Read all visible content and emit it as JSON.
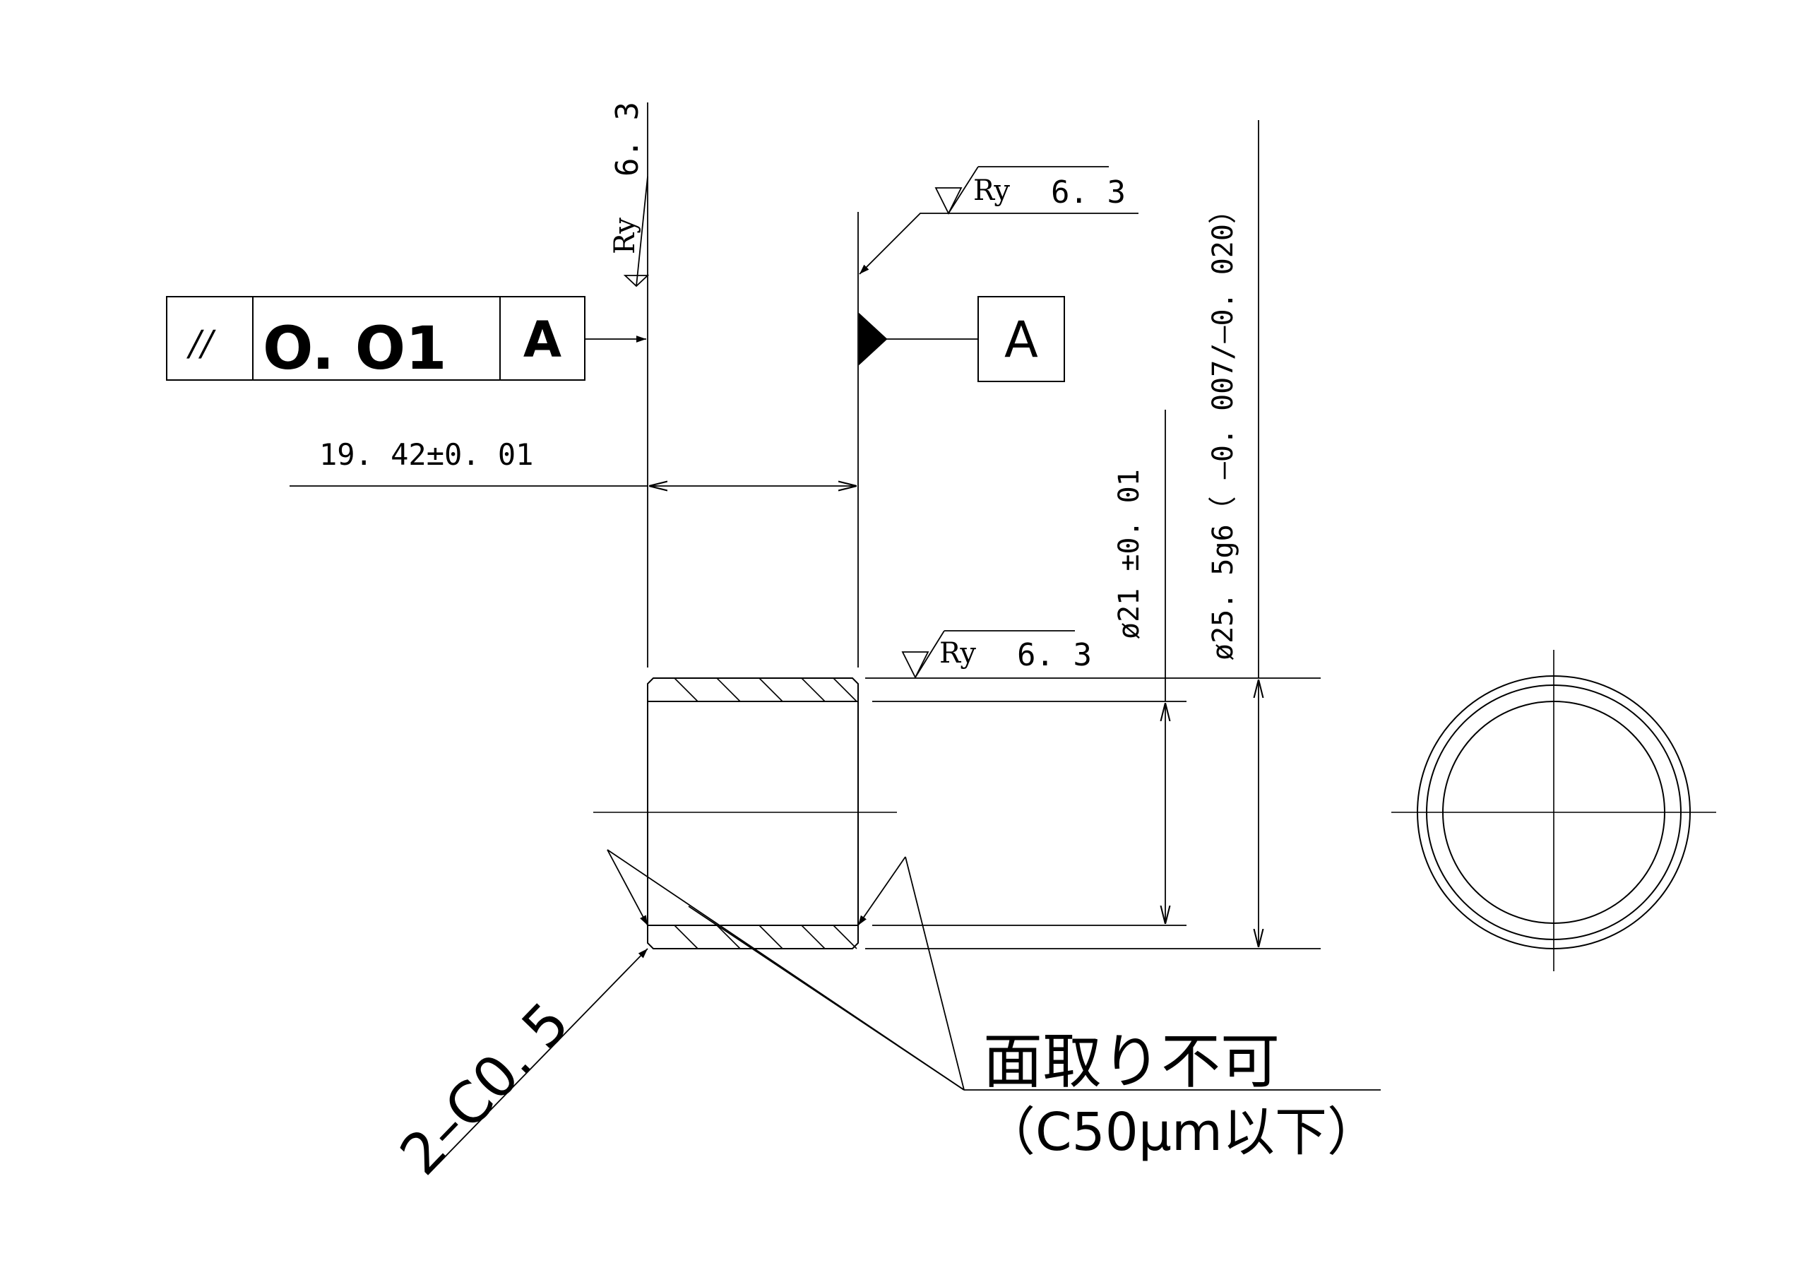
{
  "colors": {
    "line": "#000000",
    "background": "#ffffff"
  },
  "fcf": {
    "symbol": "//",
    "value": "O. O1",
    "datum": "A"
  },
  "datum_label": "A",
  "roughness": {
    "left": {
      "prefix": "Ry",
      "value": "6. 3"
    },
    "right": {
      "prefix": "Ry",
      "value": "6. 3"
    },
    "top": {
      "prefix": "Ry",
      "value": "6. 3"
    }
  },
  "dims": {
    "length": "19. 42±0. 01",
    "inner_dia": "ø21 ±0. 01",
    "outer_dia": "ø25. 5g6（ –0. 007/–0. 020）"
  },
  "chamfer": "2–C0. 5",
  "note": {
    "line1": "面取り不可",
    "line2": "（C50μm以下）"
  }
}
